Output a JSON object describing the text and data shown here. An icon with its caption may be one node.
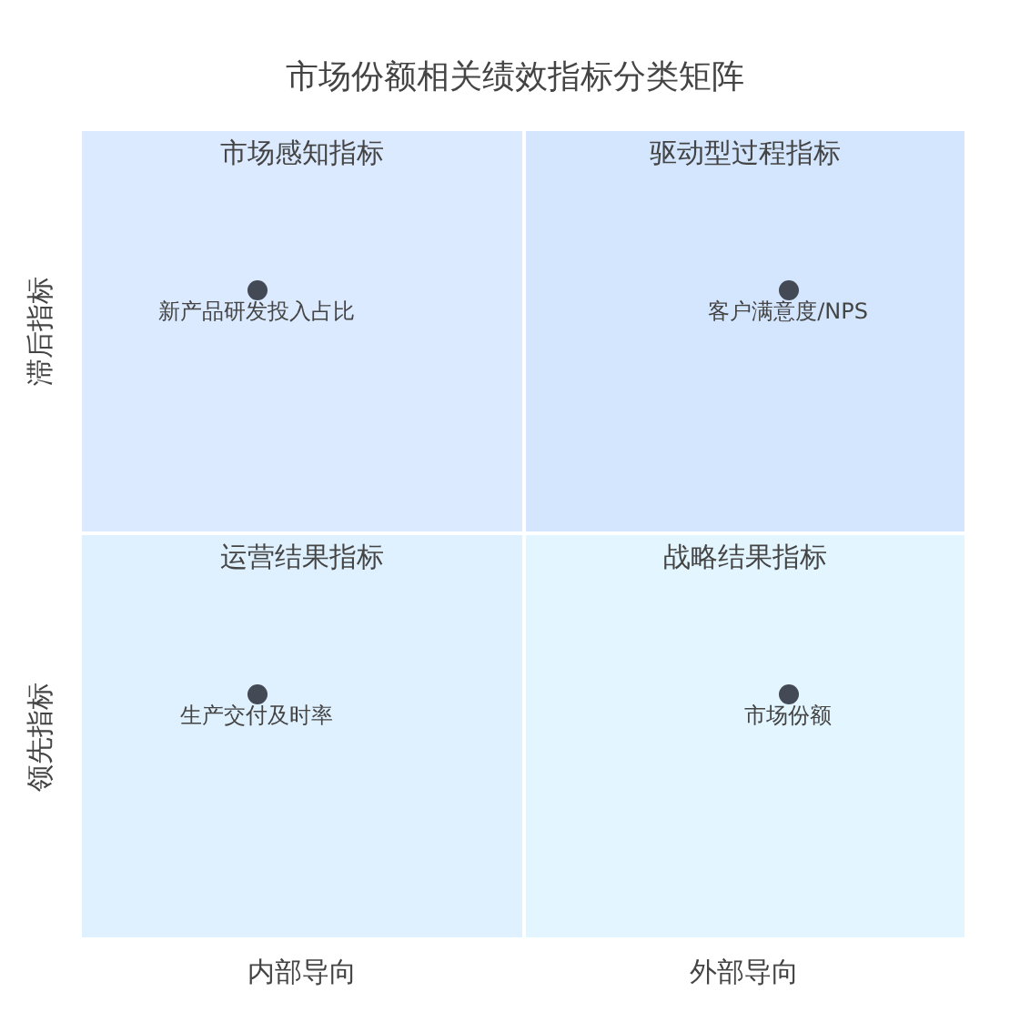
{
  "diagram": {
    "title": "市场份额相关绩效指标分类矩阵",
    "nodes": [
      {
        "text": [
          "市场感知指标"
        ]
      },
      {
        "text": [
          "驱动型过程指标"
        ]
      },
      {
        "text": [
          "运营结果指标"
        ]
      },
      {
        "text": [
          "战略结果指标"
        ]
      },
      {
        "text": [
          "新产品研发投入占比"
        ],
        "in": 0
      },
      {
        "text": [
          "客户满意度/NPS"
        ],
        "in": 1
      },
      {
        "text": [
          "生产交付及时率"
        ],
        "in": 2
      },
      {
        "text": [
          "市场份额"
        ],
        "in": 3
      }
    ],
    "labels": [
      "滞后指标",
      "领先指标",
      "内部导向",
      "外部导向"
    ]
  }
}
